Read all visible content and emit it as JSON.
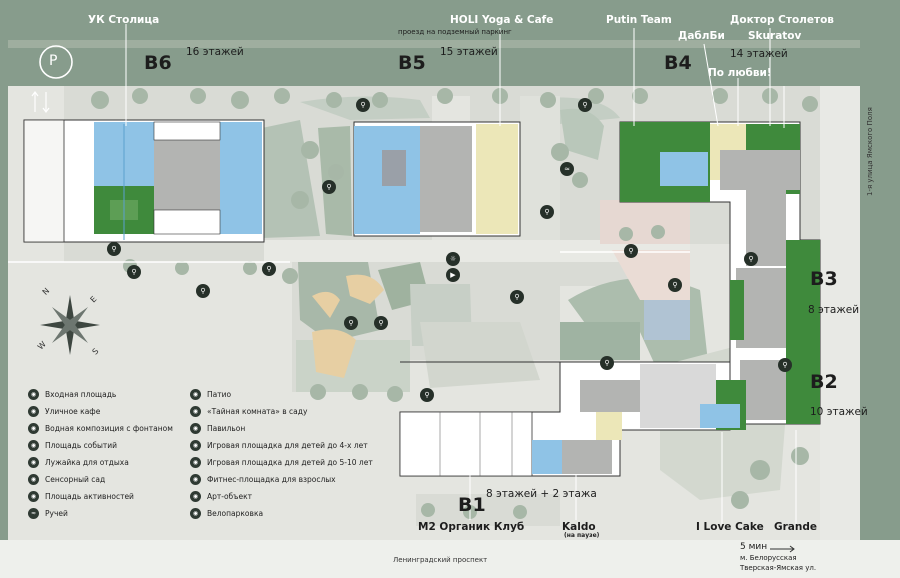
{
  "tenants": {
    "uk_stolitsa": "УК Столица",
    "holi_yoga": "HOLI Yoga & Cafe",
    "putin_team": "Putin Team",
    "doktor_stoletov": "Доктор Столетов",
    "dabl_bi": "ДаблБи",
    "skuratov": "Skuratov",
    "po_lyubvi": "По любви!",
    "m2_organic": "M2 Органик Клуб",
    "kaldo": "Kaldo",
    "kaldo_note": "(на паузе)",
    "i_love_cake": "I Love Cake",
    "grande": "Grande"
  },
  "buildings": [
    {
      "name": "B6",
      "floors": "16 этажей"
    },
    {
      "name": "B5",
      "floors": "15 этажей"
    },
    {
      "name": "B4",
      "floors": "14 этажей"
    },
    {
      "name": "B3",
      "floors": "8 этажей"
    },
    {
      "name": "B2",
      "floors": "10 этажей"
    },
    {
      "name": "B1",
      "floors": "8 этажей + 2 этажа"
    }
  ],
  "streets": {
    "parking_note": "проезд на подземный паркинг",
    "right_street": "1-я улица Ямского Поля",
    "bottom_street": "Ленинградский проспект"
  },
  "parking": "P",
  "walk": {
    "time": "5 мин",
    "station1": "м. Белорусская",
    "station2": "Тверская-Ямская ул."
  },
  "compass": {
    "n": "N",
    "e": "E",
    "s": "S",
    "w": "W"
  },
  "legend_left": [
    "Входная площадь",
    "Уличное кафе",
    "Водная композиция с фонтаном",
    "Площадь событий",
    "Лужайка для отдыха",
    "Сенсорный сад",
    "Площадь активностей",
    "Ручей"
  ],
  "legend_right": [
    "Патио",
    "«Тайная комната» в саду",
    "Павильон",
    "Игровая площадка для детей до 4-х лет",
    "Игровая площадка для детей до 5-10 лет",
    "Фитнес-площадка для взрослых",
    "Арт-объект",
    "Велопарковка"
  ],
  "colors": {
    "frame": "#879c8c",
    "green_unit": "#3f8a3c",
    "blue_unit": "#8fc3e6",
    "yellow_unit": "#ece7b8",
    "core": "#b3b4b2"
  }
}
